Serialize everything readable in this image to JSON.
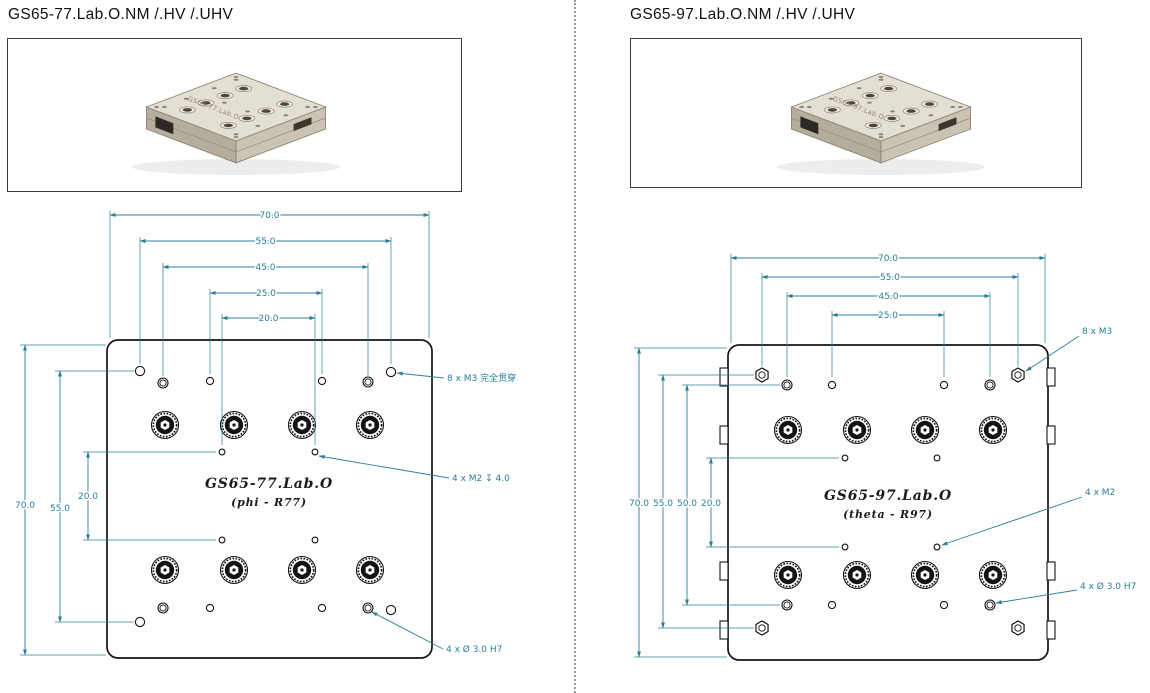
{
  "accent_color": "#2b7f98",
  "line_color": "#141414",
  "panels": [
    {
      "title": "GS65-77.Lab.O.NM /.HV /.UHV",
      "photo": {
        "label": "GS65-77.Lab.O"
      },
      "drawing": {
        "center_label": "GS65-77.Lab.O",
        "center_sublabel": "(phi - R77)",
        "dims_top": [
          "70.0",
          "55.0",
          "45.0",
          "25.0",
          "20.0"
        ],
        "dims_left": [
          "70.0",
          "55.0",
          "20.0"
        ],
        "annotations": {
          "m3": "8 x M3 完全贯穿",
          "m2": "4 x M2 ↧ 4.0",
          "h7": "4 x Ø 3.0 H7"
        }
      }
    },
    {
      "title": "GS65-97.Lab.O.NM /.HV /.UHV",
      "photo": {
        "label": "GS65-97.Lab.O"
      },
      "drawing": {
        "center_label": "GS65-97.Lab.O",
        "center_sublabel": "(theta - R97)",
        "dims_top": [
          "70.0",
          "55.0",
          "45.0",
          "25.0"
        ],
        "dims_left": [
          "70.0",
          "55.0",
          "50.0",
          "20.0"
        ],
        "annotations": {
          "m3": "8 x M3",
          "m2": "4 x M2",
          "h7": "4 x Ø 3.0 H7"
        }
      }
    }
  ]
}
